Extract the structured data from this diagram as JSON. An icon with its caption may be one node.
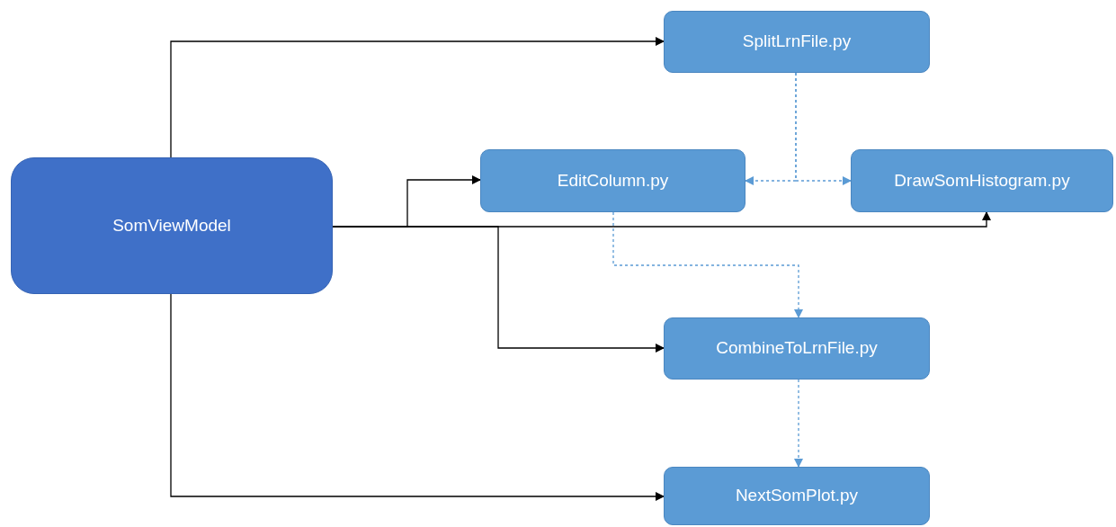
{
  "diagram": {
    "nodes": [
      {
        "text": [
          "SomViewModel"
        ]
      },
      {
        "text": [
          "SplitLrnFile.py"
        ]
      },
      {
        "text": [
          "EditColumn.py"
        ]
      },
      {
        "text": [
          "DrawSomHistogram.py"
        ]
      },
      {
        "text": [
          "CombineToLrnFile.py"
        ]
      },
      {
        "text": [
          "NextSomPlot.py"
        ]
      }
    ],
    "edges": [
      {
        "from": 0,
        "to": 1,
        "arrow": "to"
      },
      {
        "from": 0,
        "to": 2,
        "arrow": "to"
      },
      {
        "from": 0,
        "to": 3,
        "arrow": "to"
      },
      {
        "from": 0,
        "to": 4,
        "arrow": "to"
      },
      {
        "from": 0,
        "to": 5,
        "arrow": "to"
      },
      {
        "from": 1,
        "to": 2,
        "arrow": "to",
        "style": "dashed",
        "color": "#5b9bd5"
      },
      {
        "from": 1,
        "to": 3,
        "arrow": "to",
        "style": "dashed",
        "color": "#5b9bd5"
      },
      {
        "from": 2,
        "to": 4,
        "arrow": "to",
        "style": "dashed",
        "color": "#5b9bd5"
      },
      {
        "from": 4,
        "to": 5,
        "arrow": "to",
        "style": "dashed",
        "color": "#5b9bd5"
      }
    ]
  }
}
